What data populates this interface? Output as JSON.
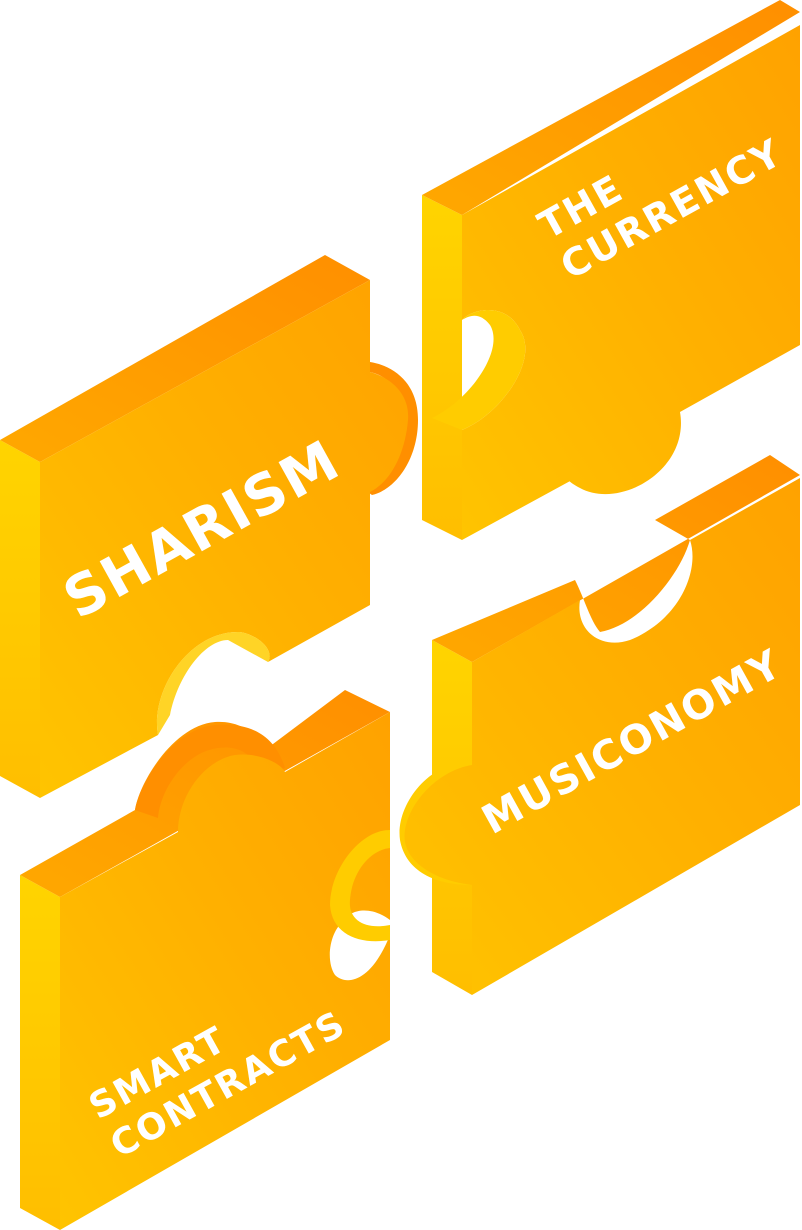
{
  "pieces": [
    {
      "id": "sharism",
      "lines": [
        "SHARISM"
      ]
    },
    {
      "id": "the-currency",
      "lines": [
        "THE",
        "CURRENCY"
      ]
    },
    {
      "id": "musiconomy",
      "lines": [
        "MUSICONOMY"
      ]
    },
    {
      "id": "smart-contracts",
      "lines": [
        "SMART",
        "CONTRACTS"
      ]
    }
  ],
  "colors": {
    "face_light": "#FFC107",
    "face_mid": "#FFB300",
    "face_dark": "#FF9F00",
    "side": "#FF8C00",
    "side_light": "#FFD000",
    "text": "#FFFFFF"
  }
}
